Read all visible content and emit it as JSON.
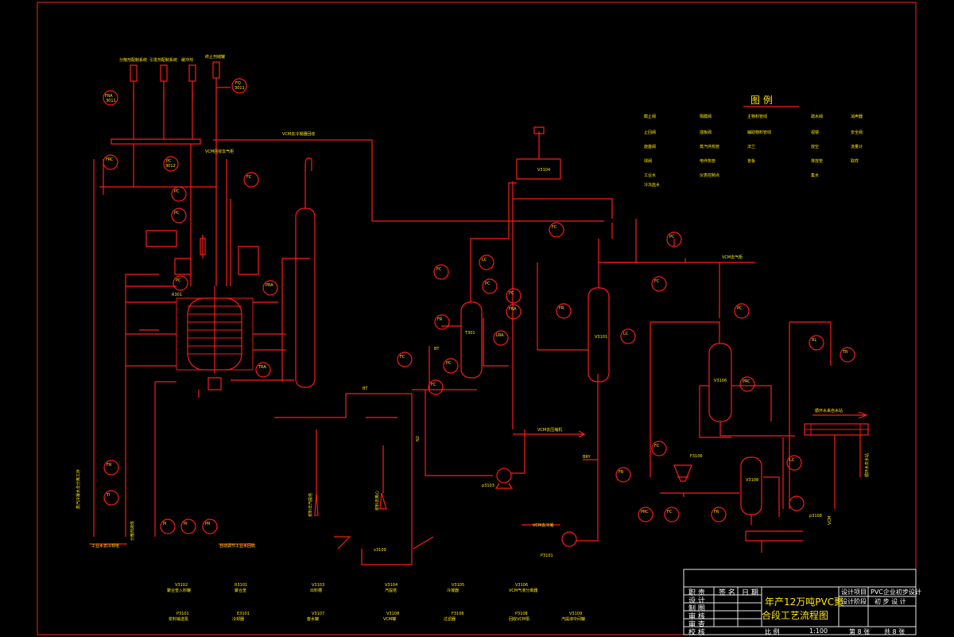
{
  "colors": {
    "background": "#000000",
    "line": "#ff1a1a",
    "text": "#ffe600",
    "titleblock": "#ffffff"
  },
  "legend": {
    "title": "图  例"
  },
  "title_block": {
    "headers": [
      "职 责",
      "签 名",
      "日 期"
    ],
    "roles": [
      "设 计",
      "制 图",
      "审 核",
      "审 查",
      "校 核"
    ],
    "title_line1": "年产12万吨PVC聚",
    "title_line2": "合段工艺流程图",
    "proj_label": "设计项目",
    "proj_value": "PVC企业初步设计",
    "stage_label": "设计阶段",
    "stage_value": "初 步 设 计",
    "scale_label": "比    例",
    "scale_value": "1:100",
    "sheet_label": "第 8 张",
    "total_label": "共 8 张"
  }
}
